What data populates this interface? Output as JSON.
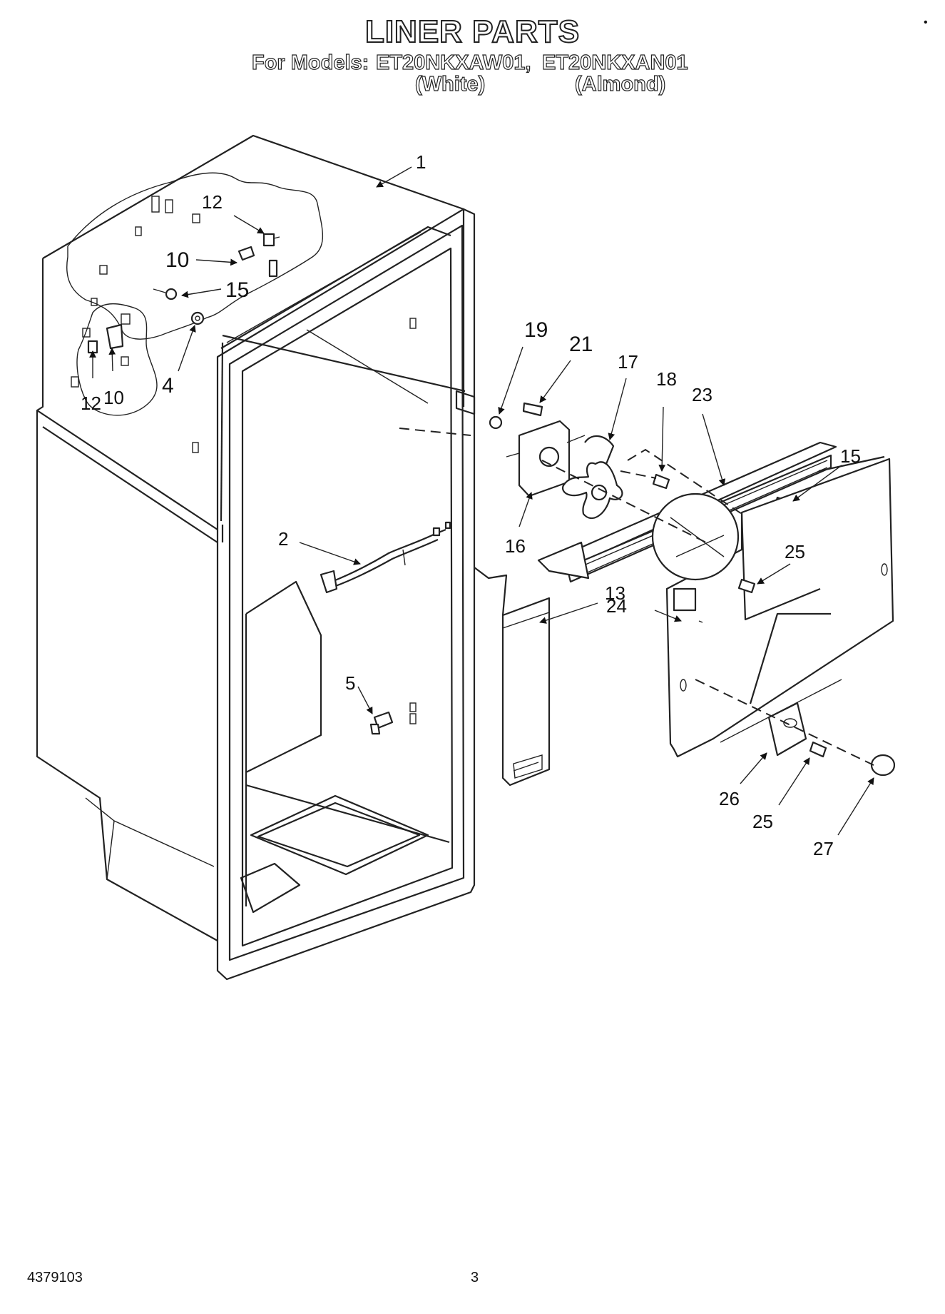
{
  "header": {
    "title": "LINER PARTS",
    "models_prefix": "For Models:",
    "model_1": "ET20NKXAW01,",
    "model_2": "ET20NKXAN01",
    "color_1": "(White)",
    "color_2": "(Almond)"
  },
  "callouts": {
    "c1": "1",
    "c2": "2",
    "c4": "4",
    "c5": "5",
    "c10a": "10",
    "c10b": "10",
    "c12a": "12",
    "c12b": "12",
    "c13": "13",
    "c15a": "15",
    "c15b": "15",
    "c16": "16",
    "c17": "17",
    "c18": "18",
    "c19": "19",
    "c21": "21",
    "c23": "23",
    "c24": "24",
    "c25a": "25",
    "c25b": "25",
    "c26": "26",
    "c27": "27"
  },
  "footer": {
    "doc_number": "4379103",
    "page_number": "3"
  }
}
